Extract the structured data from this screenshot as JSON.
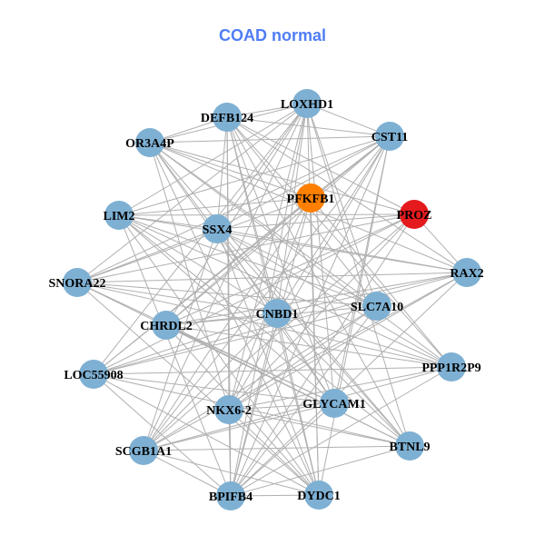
{
  "title": "COAD normal",
  "colors": {
    "default": "#7eb0d3",
    "orange": "#ff7f00",
    "red": "#e41a1c",
    "edge": "#b0b0b0"
  },
  "nodes": [
    {
      "label": "LOXHD1",
      "color": "default"
    },
    {
      "label": "DEFB124",
      "color": "default"
    },
    {
      "label": "CST11",
      "color": "default"
    },
    {
      "label": "OR3A4P",
      "color": "default"
    },
    {
      "label": "PFKFB1",
      "color": "orange"
    },
    {
      "label": "PROZ",
      "color": "red"
    },
    {
      "label": "LIM2",
      "color": "default"
    },
    {
      "label": "SSX4",
      "color": "default"
    },
    {
      "label": "RAX2",
      "color": "default"
    },
    {
      "label": "SNORA22",
      "color": "default"
    },
    {
      "label": "SLC7A10",
      "color": "default"
    },
    {
      "label": "CNBD1",
      "color": "default"
    },
    {
      "label": "CHRDL2",
      "color": "default"
    },
    {
      "label": "PPP1R2P9",
      "color": "default"
    },
    {
      "label": "LOC55908",
      "color": "default"
    },
    {
      "label": "GLYCAM1",
      "color": "default"
    },
    {
      "label": "NKX6-2",
      "color": "default"
    },
    {
      "label": "BTNL9",
      "color": "default"
    },
    {
      "label": "SCGB1A1",
      "color": "default"
    },
    {
      "label": "BPIFB4",
      "color": "default"
    },
    {
      "label": "DYDC1",
      "color": "default"
    }
  ],
  "edges": [
    [
      0,
      1
    ],
    [
      0,
      2
    ],
    [
      0,
      3
    ],
    [
      0,
      6
    ],
    [
      0,
      7
    ],
    [
      0,
      9
    ],
    [
      0,
      11
    ],
    [
      0,
      12
    ],
    [
      0,
      14
    ],
    [
      0,
      15
    ],
    [
      0,
      16
    ],
    [
      0,
      17
    ],
    [
      0,
      18
    ],
    [
      0,
      19
    ],
    [
      0,
      20
    ],
    [
      0,
      10
    ],
    [
      1,
      2
    ],
    [
      1,
      3
    ],
    [
      1,
      5
    ],
    [
      1,
      7
    ],
    [
      1,
      8
    ],
    [
      1,
      10
    ],
    [
      1,
      11
    ],
    [
      1,
      13
    ],
    [
      1,
      15
    ],
    [
      1,
      16
    ],
    [
      1,
      17
    ],
    [
      1,
      19
    ],
    [
      1,
      20
    ],
    [
      2,
      3
    ],
    [
      2,
      4
    ],
    [
      2,
      6
    ],
    [
      2,
      7
    ],
    [
      2,
      9
    ],
    [
      2,
      11
    ],
    [
      2,
      12
    ],
    [
      2,
      14
    ],
    [
      2,
      15
    ],
    [
      2,
      16
    ],
    [
      2,
      18
    ],
    [
      2,
      19
    ],
    [
      2,
      20
    ],
    [
      3,
      4
    ],
    [
      3,
      5
    ],
    [
      3,
      8
    ],
    [
      3,
      10
    ],
    [
      3,
      11
    ],
    [
      3,
      13
    ],
    [
      3,
      15
    ],
    [
      3,
      16
    ],
    [
      3,
      17
    ],
    [
      3,
      20
    ],
    [
      4,
      6
    ],
    [
      4,
      9
    ],
    [
      4,
      12
    ],
    [
      4,
      14
    ],
    [
      4,
      16
    ],
    [
      4,
      18
    ],
    [
      4,
      19
    ],
    [
      4,
      20
    ],
    [
      4,
      13
    ],
    [
      5,
      6
    ],
    [
      5,
      7
    ],
    [
      5,
      9
    ],
    [
      5,
      12
    ],
    [
      5,
      14
    ],
    [
      5,
      16
    ],
    [
      5,
      18
    ],
    [
      5,
      19
    ],
    [
      5,
      8
    ],
    [
      6,
      7
    ],
    [
      6,
      8
    ],
    [
      6,
      10
    ],
    [
      6,
      11
    ],
    [
      6,
      13
    ],
    [
      6,
      15
    ],
    [
      6,
      17
    ],
    [
      6,
      20
    ],
    [
      6,
      19
    ],
    [
      7,
      8
    ],
    [
      7,
      9
    ],
    [
      7,
      10
    ],
    [
      7,
      13
    ],
    [
      7,
      15
    ],
    [
      7,
      17
    ],
    [
      7,
      18
    ],
    [
      7,
      20
    ],
    [
      8,
      9
    ],
    [
      8,
      11
    ],
    [
      8,
      12
    ],
    [
      8,
      14
    ],
    [
      8,
      16
    ],
    [
      8,
      18
    ],
    [
      8,
      19
    ],
    [
      9,
      10
    ],
    [
      9,
      11
    ],
    [
      9,
      13
    ],
    [
      9,
      15
    ],
    [
      9,
      17
    ],
    [
      9,
      20
    ],
    [
      10,
      12
    ],
    [
      10,
      14
    ],
    [
      10,
      16
    ],
    [
      10,
      18
    ],
    [
      10,
      19
    ],
    [
      11,
      12
    ],
    [
      11,
      14
    ],
    [
      11,
      17
    ],
    [
      11,
      18
    ],
    [
      11,
      19
    ],
    [
      11,
      20
    ],
    [
      11,
      13
    ],
    [
      12,
      13
    ],
    [
      12,
      15
    ],
    [
      12,
      17
    ],
    [
      12,
      20
    ],
    [
      13,
      14
    ],
    [
      13,
      16
    ],
    [
      13,
      18
    ],
    [
      13,
      19
    ],
    [
      14,
      15
    ],
    [
      14,
      17
    ],
    [
      14,
      19
    ],
    [
      14,
      20
    ],
    [
      15,
      16
    ],
    [
      15,
      18
    ],
    [
      15,
      19
    ],
    [
      16,
      17
    ],
    [
      16,
      20
    ],
    [
      16,
      19
    ],
    [
      17,
      18
    ],
    [
      17,
      19
    ],
    [
      18,
      20
    ],
    [
      18,
      19
    ],
    [
      19,
      20
    ]
  ]
}
